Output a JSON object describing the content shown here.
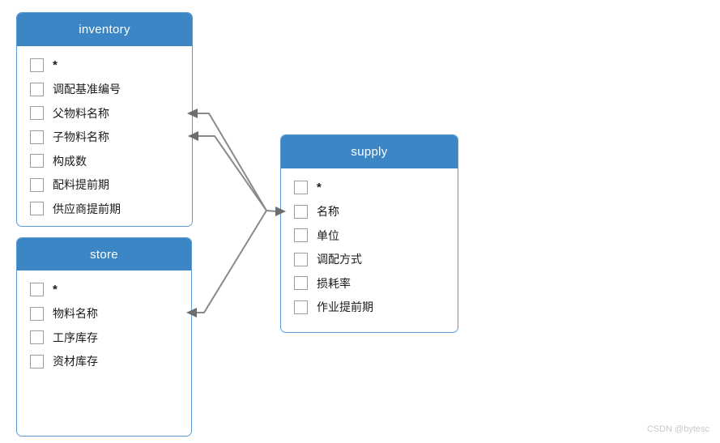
{
  "diagram": {
    "tables": [
      {
        "name": "inventory",
        "fields": [
          "*",
          "调配基准编号",
          "父物料名称",
          "子物料名称",
          "构成数",
          "配料提前期",
          "供应商提前期"
        ]
      },
      {
        "name": "store",
        "fields": [
          "*",
          "物料名称",
          "工序库存",
          "资材库存"
        ]
      },
      {
        "name": "supply",
        "fields": [
          "*",
          "名称",
          "单位",
          "调配方式",
          "损耗率",
          "作业提前期"
        ]
      }
    ],
    "relations": [
      {
        "from": "inventory.父物料名称",
        "to": "supply.名称"
      },
      {
        "from": "inventory.子物料名称",
        "to": "supply.名称"
      },
      {
        "from": "store.物料名称",
        "to": "supply.名称"
      }
    ]
  },
  "colors": {
    "header_blue": "#3d86c6",
    "table_border": "#5b9bd5",
    "connector_gray": "#8a8a8a",
    "arrowhead_gray": "#6d6d6d",
    "checkbox_border": "#9e9e9e",
    "watermark_gray": "#c9c9c9"
  },
  "watermark": {
    "text": "CSDN @bytesc"
  }
}
